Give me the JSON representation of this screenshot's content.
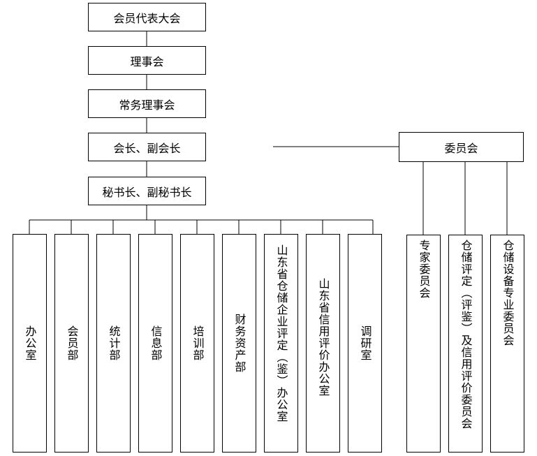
{
  "chain": [
    "会员代表大会",
    "理事会",
    "常务理事会",
    "会长、副会长",
    "秘书长、副秘书长"
  ],
  "committee": {
    "title": "委员会",
    "subs": [
      "专家委员会",
      "仓储评定（评鉴）及信用评价委员会",
      "仓储设备专业委员会"
    ]
  },
  "departments": [
    "办公室",
    "会员部",
    "统计部",
    "信息部",
    "培训部",
    "财务资产部",
    "山东省仓储企业评定（鉴）办公室",
    "山东省信用评价办公室",
    "调研室"
  ]
}
